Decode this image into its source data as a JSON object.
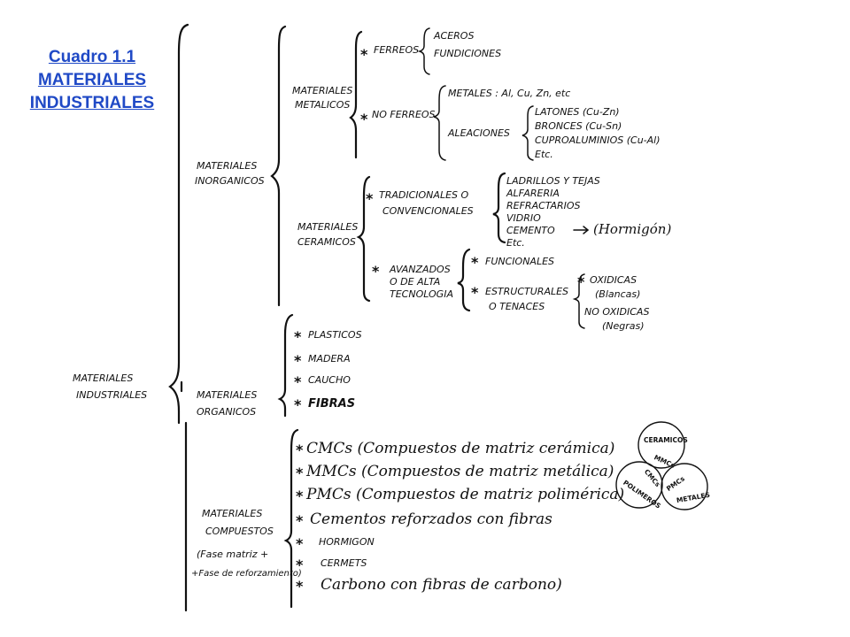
{
  "title": {
    "line1": "Cuadro 1.1",
    "line2": "MATERIALES",
    "line3": "INDUSTRIALES"
  },
  "root": {
    "line1": "MATERIALES",
    "line2": "INDUSTRIALES"
  },
  "inorganicos": {
    "line1": "MATERIALES",
    "line2": "INORGANICOS"
  },
  "metalicos": {
    "line1": "MATERIALES",
    "line2": "METALICOS"
  },
  "ferreos": "FERREOS",
  "aceros": "ACEROS",
  "fundiciones": "FUNDICIONES",
  "no_ferreos": "NO FERREOS",
  "metales": "METALES : Al, Cu, Zn, etc",
  "aleaciones": "ALEACIONES",
  "latones": "LATONES (Cu-Zn)",
  "bronces": "BRONCES (Cu-Sn)",
  "cuproal": "CUPROALUMINIOS (Cu-Al)",
  "etc1": "Etc.",
  "ceramicos": {
    "line1": "MATERIALES",
    "line2": "CERAMICOS"
  },
  "tradicionales": {
    "line1": "TRADICIONALES O",
    "line2": "CONVENCIONALES"
  },
  "ladrillos": "LADRILLOS Y TEJAS",
  "alfareria": "ALFARERIA",
  "refractarios": "REFRACTARIOS",
  "vidrio": "VIDRIO",
  "cemento": "CEMENTO",
  "hormigon_arrow": "(Hormigón)",
  "etc2": "Etc.",
  "avanzados": {
    "line1": "AVANZADOS",
    "line2": "O DE ALTA",
    "line3": "TECNOLOGIA"
  },
  "funcionales": "FUNCIONALES",
  "estructurales": {
    "line1": "ESTRUCTURALES",
    "line2": "O TENACES"
  },
  "oxidicas": {
    "line1": "OXIDICAS",
    "line2": "(Blancas)"
  },
  "no_oxidicas": {
    "line1": "NO OXIDICAS",
    "line2": "(Negras)"
  },
  "organicos": {
    "line1": "MATERIALES",
    "line2": "ORGANICOS"
  },
  "plasticos": "PLASTICOS",
  "madera": "MADERA",
  "caucho": "CAUCHO",
  "fibras": "FIBRAS",
  "compuestos": {
    "line1": "MATERIALES",
    "line2": "COMPUESTOS",
    "line3": "(Fase matriz +",
    "line4": "+Fase de reforzamiento)"
  },
  "cmcs": "CMCs (Compuestos de matriz cerámica)",
  "mmcs": "MMCs (Compuestos de matriz metálica)",
  "pmcs": "PMCs (Compuestos de matriz polimérica)",
  "cementos_ref": "Cementos reforzados con fibras",
  "hormigon": "HORMIGON",
  "cermets": "CERMETS",
  "carbono": "Carbono con fibras de carbono)",
  "venn": {
    "ceramicos": "CERAMICOS",
    "polimeros": "POLIMEROS",
    "metales": "METALES",
    "cmcs": "CMCs",
    "mmcs": "MMCs",
    "pmcs": "PMCs"
  },
  "asterisk": "*"
}
